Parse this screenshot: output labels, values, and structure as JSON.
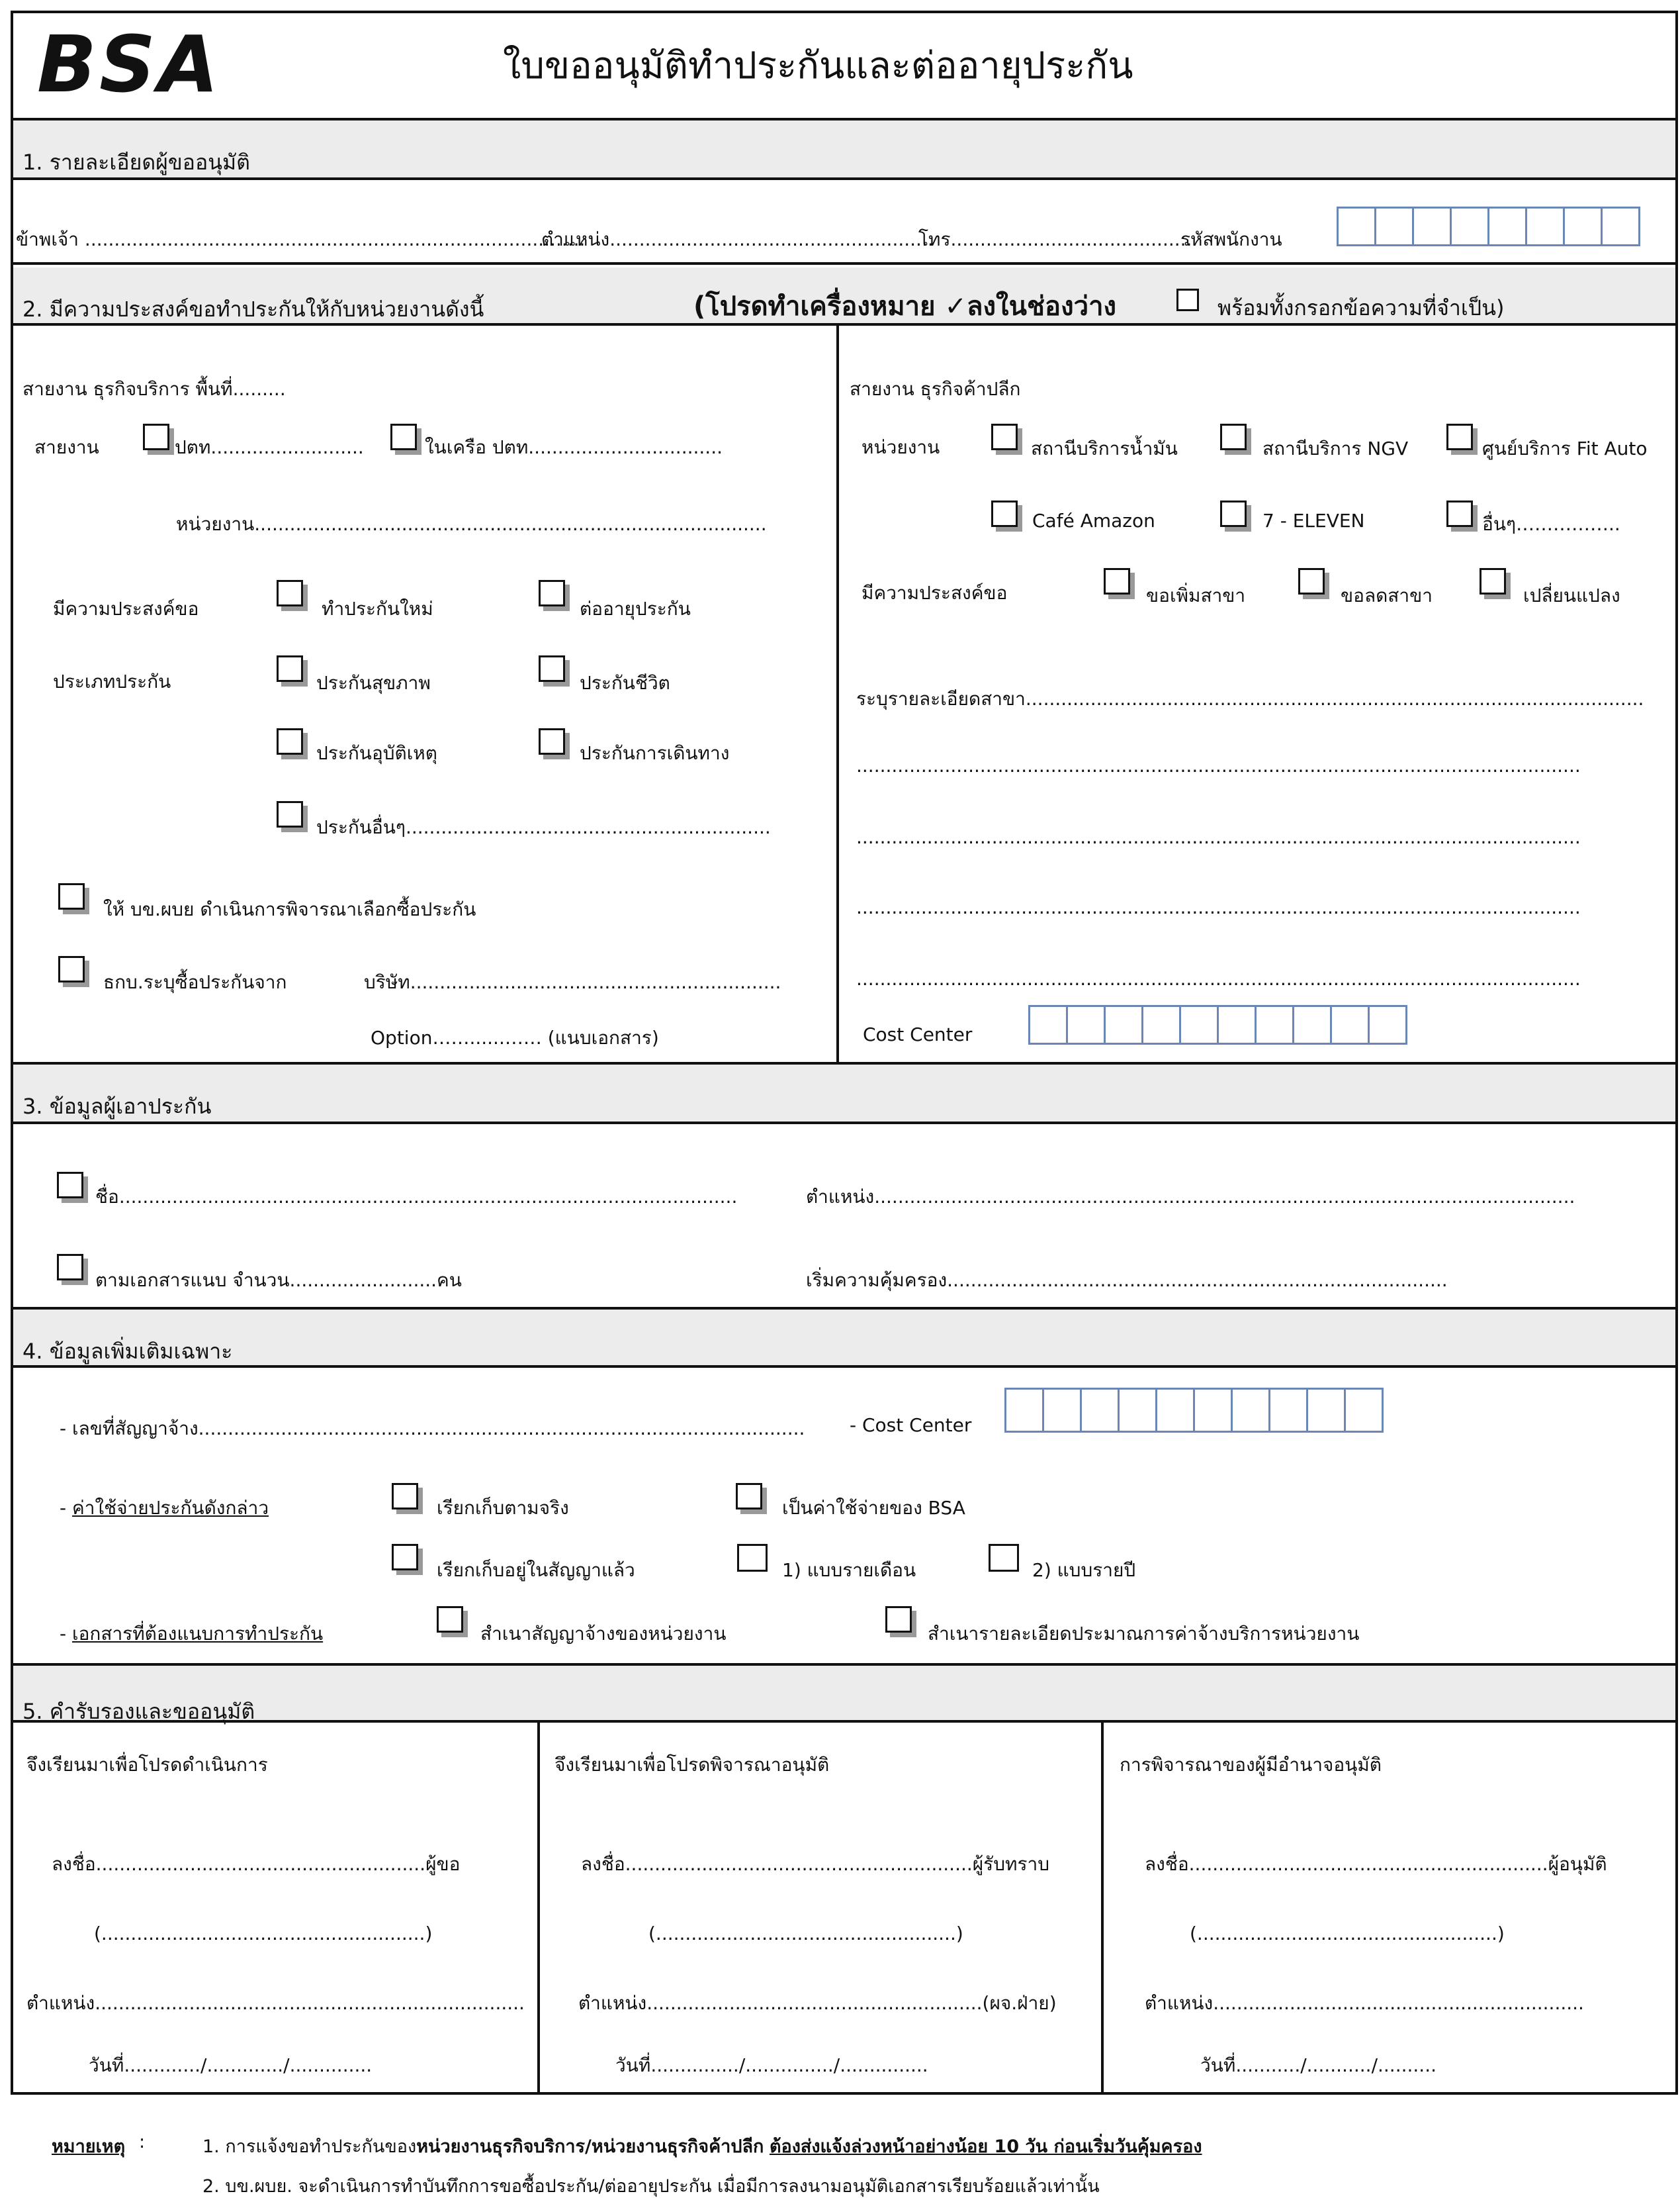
{
  "header": {
    "logo": "BSA",
    "title": "ใบขออนุมัติทำประกันและต่ออายุประกัน"
  },
  "s1": {
    "title": "1. รายละเอียดผู้ขออนุมัติ",
    "name": "ข้าพเจ้า .....................................................................................",
    "position": "ตำแหน่ง.......................................................",
    "phone": "โทร.........................................",
    "emp_id": "รหัสพนักงาน"
  },
  "s2": {
    "title": "2. มีความประสงค์ขอทำประกันให้กับหน่วยงานดังนี้",
    "note_a": "(โปรดทำเครื่องหมาย ✓ลงในช่องว่าง",
    "note_b": "พร้อมทั้งกรอกข้อความที่จำเป็น)",
    "left": {
      "line": "สายงาน ธุรกิจบริการ พื้นที่.........",
      "line_label": "สายงาน",
      "ptt": "ปตท..........................",
      "ptt_group": "ในเครือ ปตท.................................",
      "unit": "หน่วยงาน.......................................................................................",
      "purpose_label": "มีความประสงค์ขอ",
      "new": "ทำประกันใหม่",
      "renew": "ต่ออายุประกัน",
      "type_label": "ประเภทประกัน",
      "health": "ประกันสุขภาพ",
      "life": "ประกันชีวิต",
      "accident": "ประกันอุบัติเหตุ",
      "travel": "ประกันการเดินทาง",
      "other": "ประกันอื่นๆ..............................................................",
      "let_company": "ให้ บข.ผบย ดำเนินการพิจารณาเลือกซื้อประกัน",
      "specify": "ธกบ.ระบุซื้อประกันจาก",
      "company": "บริษัท...............................................................",
      "option": "Option……......…… (แนบเอกสาร)"
    },
    "right": {
      "line": "สายงาน ธุรกิจค้าปลีก",
      "unit_label": "หน่วยงาน",
      "oil": "สถานีบริการน้ำมัน",
      "ngv": "สถานีบริการ NGV",
      "fitauto": "ศูนย์บริการ Fit Auto",
      "amazon": "Café Amazon",
      "seven": "7 - ELEVEN",
      "others": "อื่นๆ……………..",
      "purpose_label": "มีความประสงค์ขอ",
      "add_branch": "ขอเพิ่มสาขา",
      "reduce_branch": "ขอลดสาขา",
      "change": "เปลี่ยนแปลง",
      "branch_detail": "ระบุรายละเอียดสาขา.........................................................................................................",
      "dots": "...........................................................................................................................",
      "cost_center": "Cost Center"
    }
  },
  "s3": {
    "title": "3. ข้อมูลผู้เอาประกัน",
    "name": "ชื่อ.........................................................................................................",
    "position": "ตำแหน่ง.......................................................................................................................",
    "attach": "ตามเอกสารแนบ  จำนวน.........................คน",
    "start": "เริ่มความคุ้มครอง....................................................................................."
  },
  "s4": {
    "title": "4. ข้อมูลเพิ่มเติมเฉพาะ",
    "contract": "- เลขที่สัญญาจ้าง.......................................................................................................",
    "cost_center": "- Cost Center",
    "expense_prefix": "- ",
    "expense_label": "ค่าใช้จ่ายประกันดังกล่าว",
    "charge_actual": "เรียกเก็บตามจริง",
    "bsa_expense": "เป็นค่าใช้จ่ายของ BSA",
    "charge_contract": "เรียกเก็บอยู่ในสัญญาแล้ว",
    "monthly": "1) แบบรายเดือน",
    "yearly": "2) แบบรายปี",
    "docs_prefix": "- ",
    "docs_label": "เอกสารที่ต้องแนบการทำประกัน",
    "doc1": "สำเนาสัญญาจ้างของหน่วยงาน",
    "doc2": "สำเนารายละเอียดประมาณการค่าจ้างบริการหน่วยงาน"
  },
  "s5": {
    "title": "5. คำรับรองและขออนุมัติ",
    "col1": {
      "head": "จึงเรียนมาเพื่อโปรดดำเนินการ",
      "sign": "ลงชื่อ........................................................ผู้ขอ",
      "paren": "(.......................................................)",
      "position": "ตำแหน่ง.........................................................................",
      "date": "วันที่............./............./.............."
    },
    "col2": {
      "head": "จึงเรียนมาเพื่อโปรดพิจารณาอนุมัติ",
      "sign": "ลงชื่อ...........................................................ผู้รับทราบ",
      "paren": "(...................................................)",
      "position": "ตำแหน่ง.........................................................(ผจ.ฝ่าย)",
      "date": "วันที่.............../.............../..............."
    },
    "col3": {
      "head": "การพิจารณาของผู้มีอำนาจอนุมัติ",
      "sign": "ลงชื่อ.............................................................ผู้อนุมัติ",
      "paren": "(...................................................)",
      "position": "ตำแหน่ง...............................................................",
      "date": "วันที่.........../.........../.........."
    }
  },
  "notes": {
    "label": "หมายเหตุ",
    "colon": ":",
    "n1_a": "1. การแจ้งขอทำประกันของ",
    "n1_b": "หน่วยงานธุรกิจบริการ/หน่วยงานธุรกิจค้าปลีก",
    "n1_c": "ต้องส่งแจ้งล่วงหน้าอย่างน้อย 10 วัน ก่อนเริ่มวันคุ้มครอง",
    "n2": "2. บข.ผบย. จะดำเนินการทำบันทึกการขอซื้อประกัน/ต่ออายุประกัน เมื่อมีการลงนามอนุมัติเอกสารเรียบร้อยแล้วเท่านั้น"
  },
  "colors": {
    "box_border": "#6a86b5",
    "shade": "#ececec"
  }
}
